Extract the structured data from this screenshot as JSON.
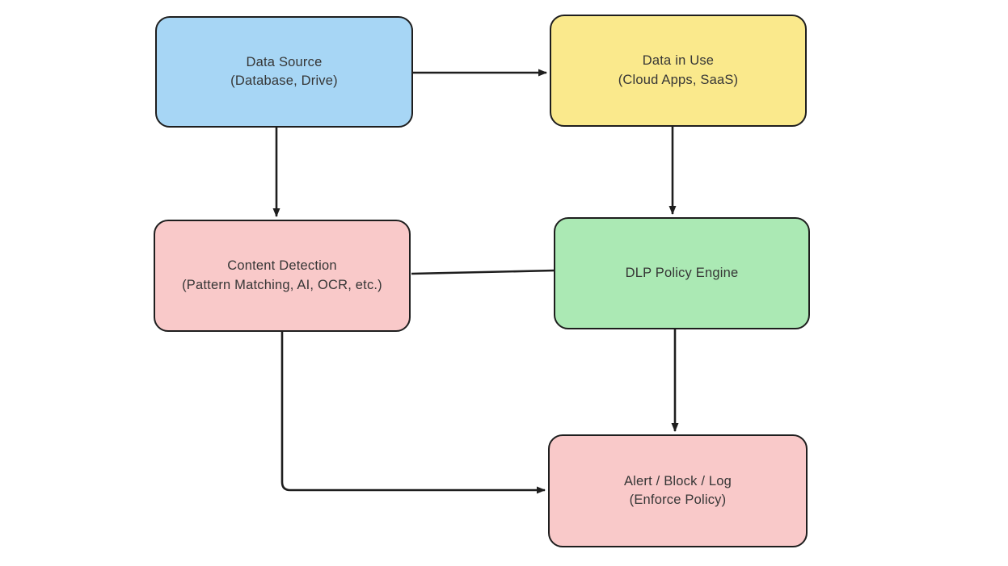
{
  "canvas": {
    "background": "#ffffff",
    "stroke_color": "#1e1e1e",
    "text_color": "#363636"
  },
  "nodes": [
    {
      "id": "data-source",
      "label_line1": "Data Source",
      "label_line2": "(Database, Drive)",
      "color": "#a7d6f5"
    },
    {
      "id": "data-in-use",
      "label_line1": "Data in Use",
      "label_line2": "(Cloud Apps, SaaS)",
      "color": "#fae98c"
    },
    {
      "id": "content-detection",
      "label_line1": "Content Detection",
      "label_line2": "(Pattern Matching, AI, OCR, etc.)",
      "color": "#f9c9c9"
    },
    {
      "id": "dlp-policy-engine",
      "label_line1": "DLP Policy Engine",
      "label_line2": "",
      "color": "#abe9b4"
    },
    {
      "id": "alert-block-log",
      "label_line1": "Alert / Block / Log",
      "label_line2": "(Enforce Policy)",
      "color": "#f9c9c9"
    }
  ],
  "edges": [
    {
      "from": "data-source",
      "to": "data-in-use",
      "arrow": true
    },
    {
      "from": "data-source",
      "to": "content-detection",
      "arrow": true
    },
    {
      "from": "data-in-use",
      "to": "dlp-policy-engine",
      "arrow": true
    },
    {
      "from": "content-detection",
      "to": "dlp-policy-engine",
      "arrow": false
    },
    {
      "from": "dlp-policy-engine",
      "to": "alert-block-log",
      "arrow": true
    },
    {
      "from": "content-detection",
      "to": "alert-block-log",
      "arrow": true
    }
  ]
}
